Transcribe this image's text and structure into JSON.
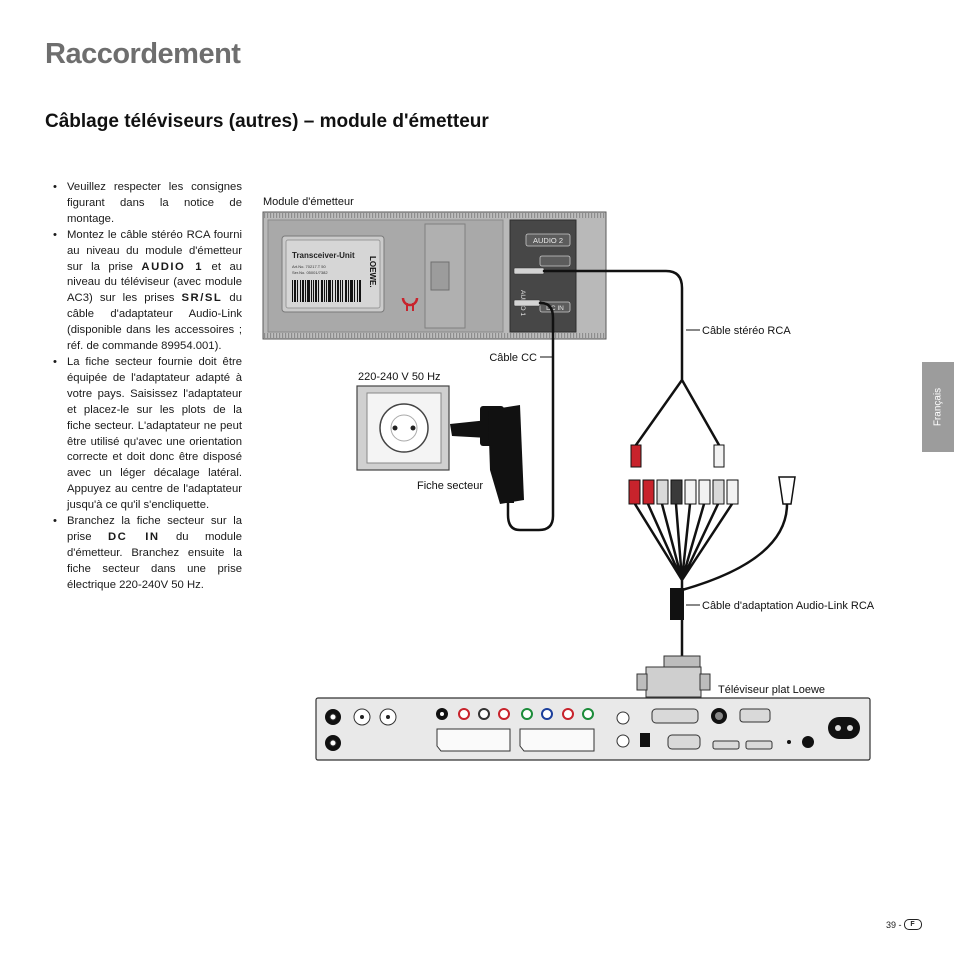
{
  "page": {
    "title": "Raccordement",
    "section_title": "Câblage téléviseurs (autres) – module d'émetteur",
    "side_tab": "Français",
    "page_number": "39 -",
    "page_badge": "F"
  },
  "instructions": [
    {
      "parts": [
        "Veuillez respecter les consignes figurant dans la notice de montage."
      ],
      "kw": []
    },
    {
      "parts": [
        "Montez le câble stéréo RCA fourni au niveau du module d'émetteur sur la prise ",
        " et au niveau du téléviseur (avec module AC3) sur les prises ",
        " du câble d'adaptateur Audio-Link (disponible dans les accessoires ; réf. de commande 89954.001)."
      ],
      "kw": [
        "AUDIO 1",
        "SR/SL"
      ]
    },
    {
      "parts": [
        "La fiche secteur fournie doit être équipée de l'adaptateur adapté à votre pays. Saisissez l'adaptateur et placez-le sur les plots de la fiche secteur. L'adaptateur ne peut être utilisé qu'avec une orientation correcte et doit donc être disposé avec un léger décalage latéral. Appuyez au centre de l'adaptateur jusqu'à ce qu'il s'encliquette."
      ],
      "kw": []
    },
    {
      "parts": [
        "Branchez la fiche secteur sur la prise ",
        " du module d'émetteur. Branchez ensuite la fiche secteur dans une prise électrique 220-240V 50 Hz."
      ],
      "kw": [
        "DC IN"
      ]
    }
  ],
  "diagram": {
    "labels": {
      "module": "Module d'émetteur",
      "stereo_cable": "Câble stéréo RCA",
      "cc_cable": "Câble CC",
      "voltage": "220-240 V 50 Hz",
      "plug": "Fiche secteur",
      "adapter_cable": "Câble d'adaptation Audio-Link RCA",
      "tv": "Téléviseur plat Loewe"
    },
    "module_text": {
      "unit_name": "Transceiver-Unit",
      "art_line": "Art.No.  70217.T 50",
      "ser_line": "Ser.No.  05001/7382",
      "brand": "LOEWE.",
      "audio2": "AUDIO 2",
      "audio1": "AUDIO 1",
      "dcin": "DC IN"
    }
  }
}
